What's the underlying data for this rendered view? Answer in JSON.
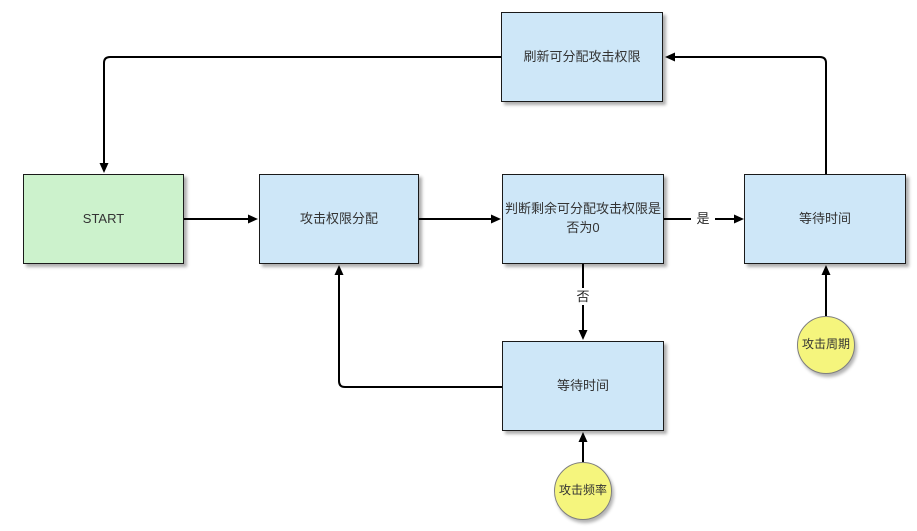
{
  "diagram": {
    "nodes": {
      "refresh_permissions": {
        "label": "刷新可分配攻击权限",
        "type": "process"
      },
      "start": {
        "label": "START",
        "type": "start"
      },
      "allocate_permissions": {
        "label": "攻击权限分配",
        "type": "process"
      },
      "check_remaining": {
        "label": "判断剩余可分配攻击权限是否为0",
        "type": "process"
      },
      "wait_time_right": {
        "label": "等待时间",
        "type": "process"
      },
      "wait_time_bottom": {
        "label": "等待时间",
        "type": "process"
      },
      "attack_cycle": {
        "label": "攻击周期",
        "type": "event"
      },
      "attack_frequency": {
        "label": "攻击频率",
        "type": "event"
      }
    },
    "edge_labels": {
      "yes": "是",
      "no": "否"
    },
    "colors": {
      "process_fill": "#cee7f8",
      "start_fill": "#ccf2cc",
      "event_fill": "#f5f57d",
      "line": "#000000"
    }
  }
}
